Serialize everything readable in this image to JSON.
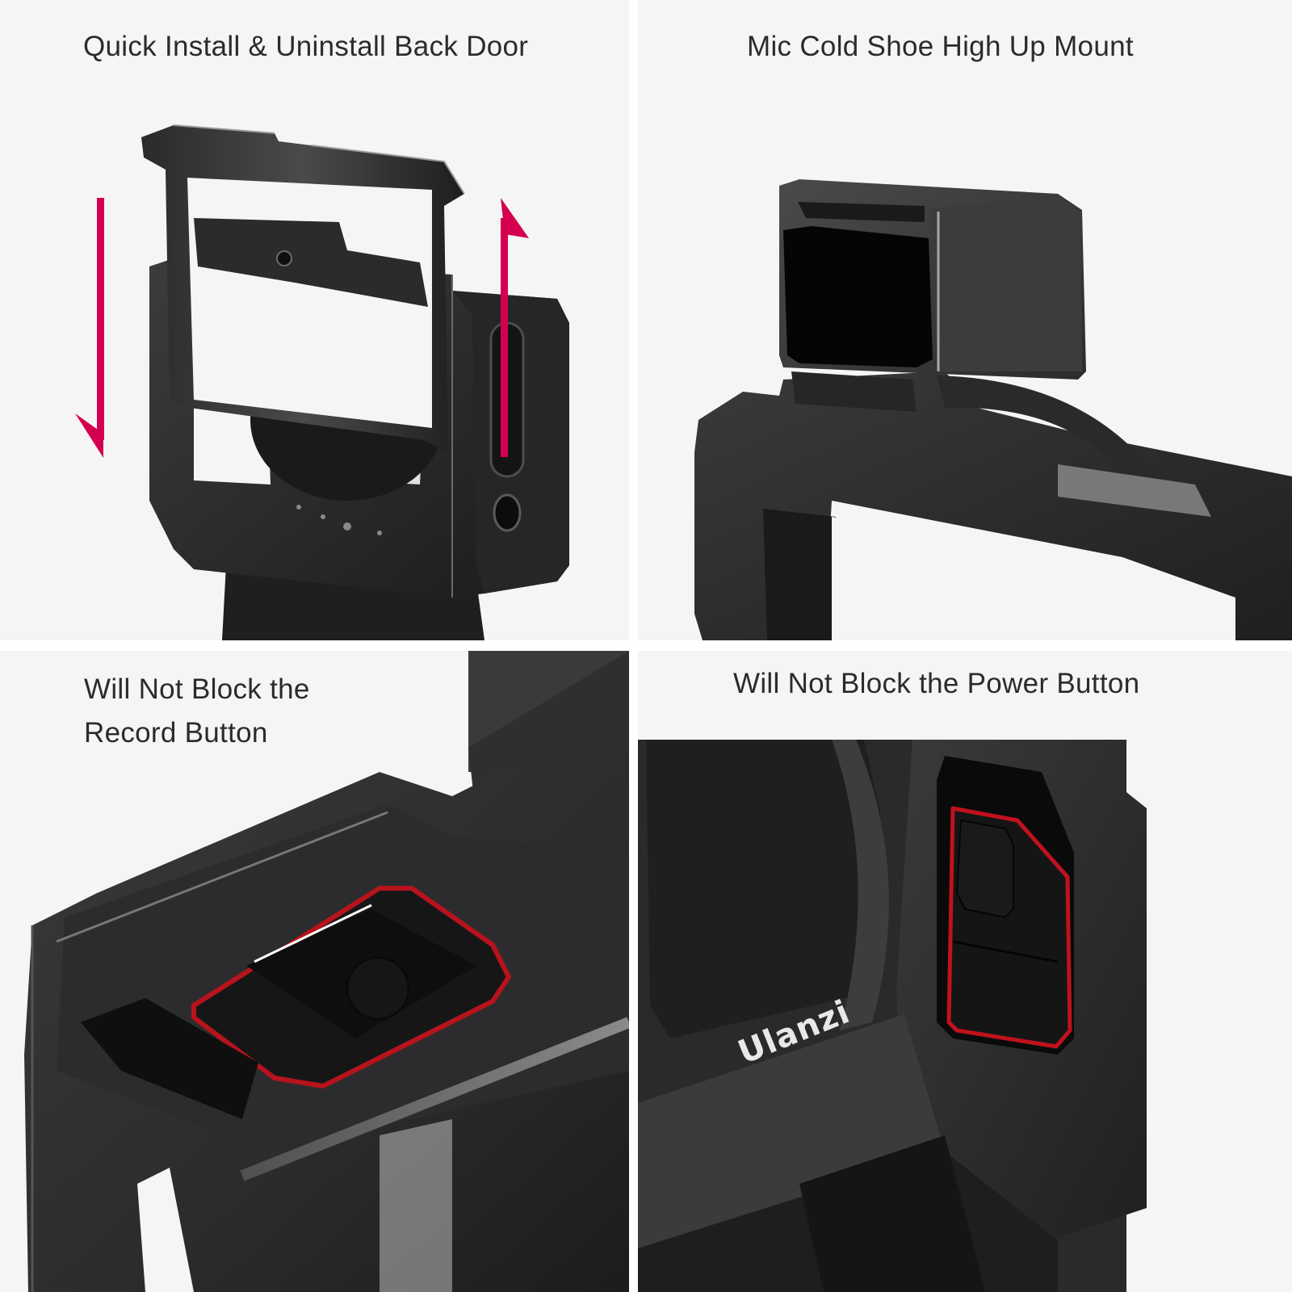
{
  "layout": {
    "grid": "2x2",
    "background": "#ffffff",
    "panel_background": "#f5f5f5",
    "text_color": "#2b2b2b",
    "accent_color": "#d4004f",
    "highlight_color": "#c0121c"
  },
  "panels": [
    {
      "caption": "Quick Install & Uninstall Back Door",
      "image": "camera-cage-back-door-open",
      "icons": [
        "arrow-down-icon",
        "arrow-up-icon"
      ]
    },
    {
      "caption": "Mic Cold Shoe High Up Mount",
      "image": "cold-shoe-mount-closeup"
    },
    {
      "caption_lines": [
        "Will Not Block the",
        "Record Button"
      ],
      "caption": "Will Not Block the Record Button",
      "image": "record-button-cutout-closeup"
    },
    {
      "caption": "Will Not Block the Power Button",
      "image": "power-button-cutout-closeup",
      "brand_logo": "Ulanzi"
    }
  ]
}
